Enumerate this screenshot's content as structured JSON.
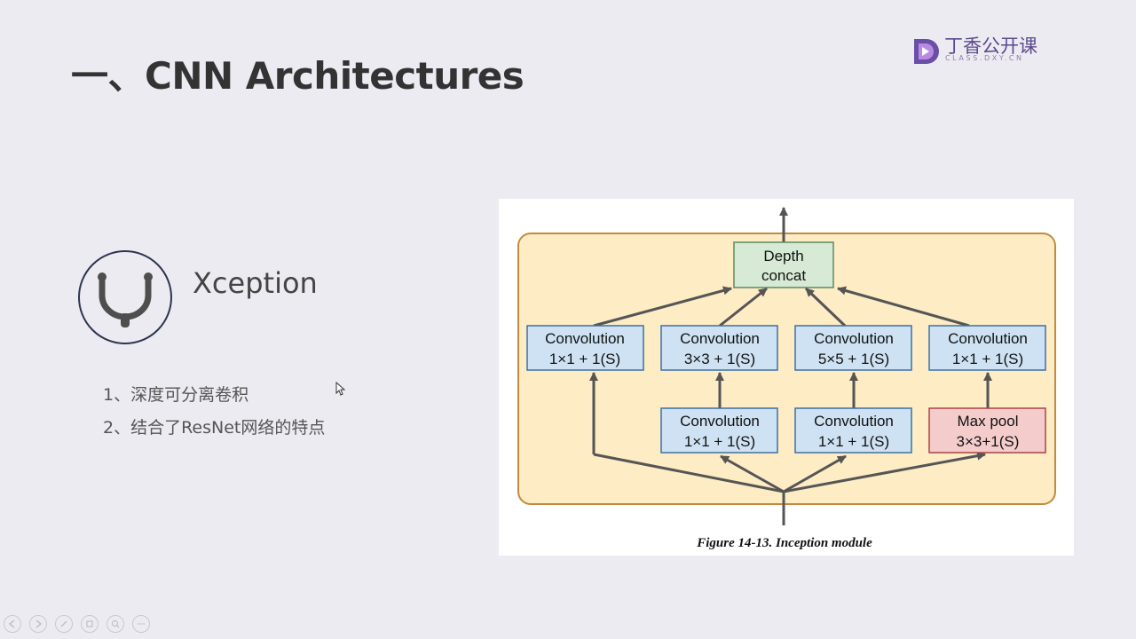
{
  "slide": {
    "title": "一、CNN Architectures",
    "topic": "Xception",
    "bullets": [
      "1、深度可分离卷积",
      "2、结合了ResNet网络的特点"
    ]
  },
  "logo": {
    "name": "丁香公开课",
    "subtitle": "CLASS.DXY.CN",
    "colors": {
      "primary": "#6a4fa8",
      "accent": "#b98be0"
    }
  },
  "figure": {
    "caption": "Figure 14-13. Inception module",
    "module_background": "#fdecc4",
    "module_border": "#c48a3c",
    "boxes": {
      "depth_concat": {
        "line1": "Depth",
        "line2": "concat",
        "fill": "#d6ead5"
      },
      "top_conv": [
        {
          "line1": "Convolution",
          "line2": "1×1 + 1(S)"
        },
        {
          "line1": "Convolution",
          "line2": "3×3 + 1(S)"
        },
        {
          "line1": "Convolution",
          "line2": "5×5 + 1(S)"
        },
        {
          "line1": "Convolution",
          "line2": "1×1 + 1(S)"
        }
      ],
      "bottom": [
        {
          "line1": "Convolution",
          "line2": "1×1 + 1(S)"
        },
        {
          "line1": "Convolution",
          "line2": "1×1 + 1(S)"
        },
        {
          "line1": "Max pool",
          "line2": "3×3+1(S)"
        }
      ],
      "conv_fill": "#cfe2f3",
      "pool_fill": "#f4cccc"
    }
  },
  "presentation_toolbar": {
    "icons": [
      "prev-icon",
      "next-icon",
      "pen-icon",
      "slides-icon",
      "zoom-icon",
      "more-icon"
    ]
  }
}
